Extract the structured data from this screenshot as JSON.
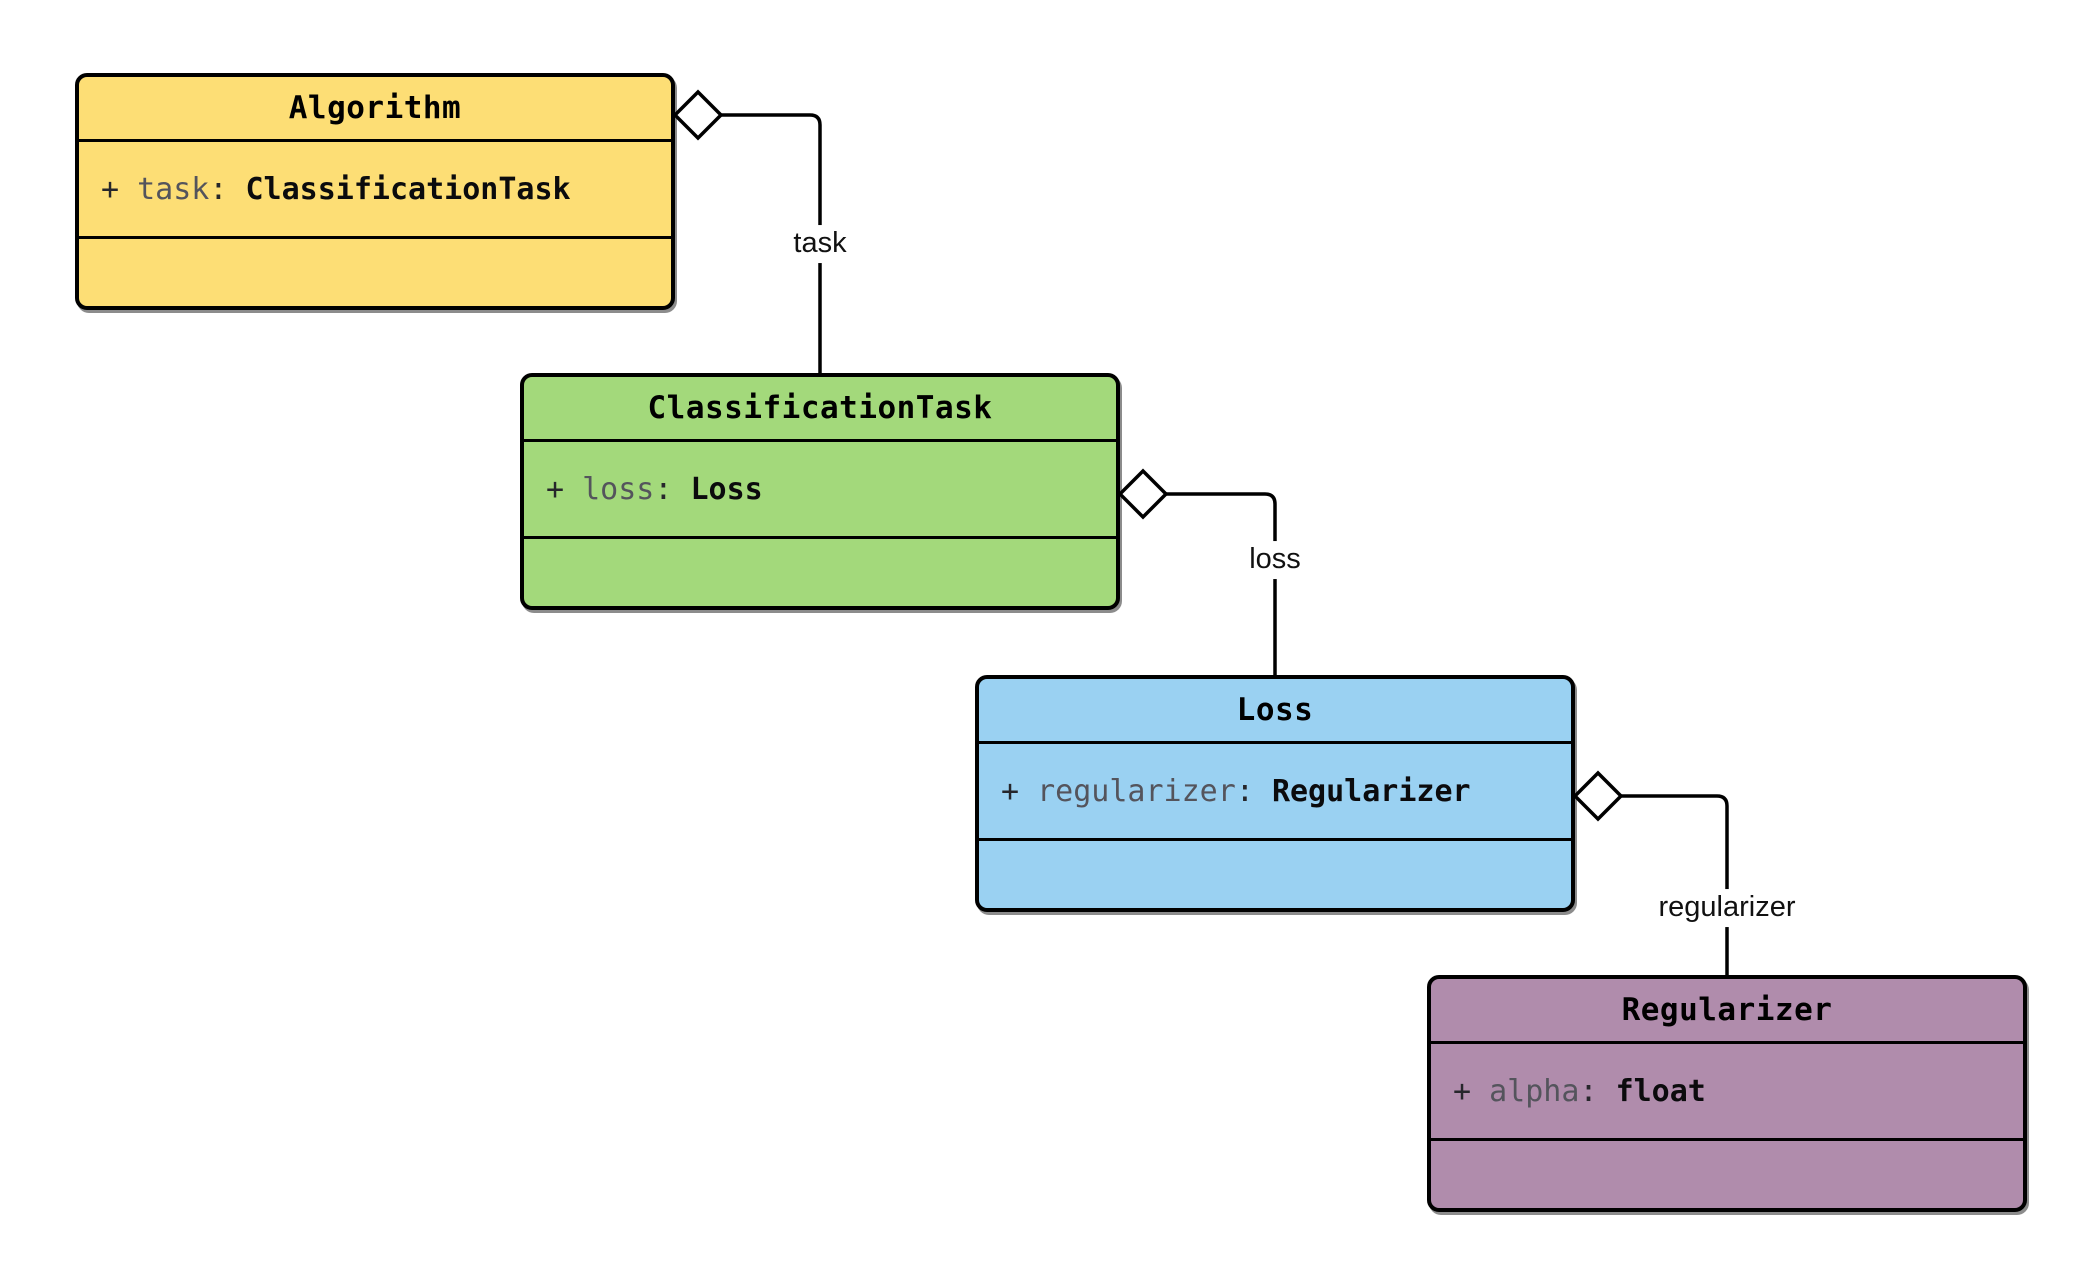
{
  "diagram": {
    "type": "uml-class-diagram",
    "classes": [
      {
        "name": "Algorithm",
        "fill": "#FDDE75",
        "attribute": {
          "prefix": "+ ",
          "name": "task",
          "separator": ": ",
          "type": "ClassificationTask"
        }
      },
      {
        "name": "ClassificationTask",
        "fill": "#A3D97B",
        "attribute": {
          "prefix": "+ ",
          "name": "loss",
          "separator": ": ",
          "type": "Loss"
        }
      },
      {
        "name": "Loss",
        "fill": "#9AD1F2",
        "attribute": {
          "prefix": "+ ",
          "name": "regularizer",
          "separator": ": ",
          "type": "Regularizer"
        }
      },
      {
        "name": "Regularizer",
        "fill": "#B08CAC",
        "attribute": {
          "prefix": "+ ",
          "name": "alpha",
          "separator": ": ",
          "type": "float"
        }
      }
    ],
    "relations": [
      {
        "from": "Algorithm",
        "to": "ClassificationTask",
        "kind": "aggregation",
        "label": "task"
      },
      {
        "from": "ClassificationTask",
        "to": "Loss",
        "kind": "aggregation",
        "label": "loss"
      },
      {
        "from": "Loss",
        "to": "Regularizer",
        "kind": "aggregation",
        "label": "regularizer"
      }
    ],
    "colors": {
      "background": "#FFFFFF",
      "line": "#000000",
      "diamond_fill": "#FFFFFF",
      "attribute_name_text": "#54545C",
      "type_text": "#000000"
    }
  }
}
